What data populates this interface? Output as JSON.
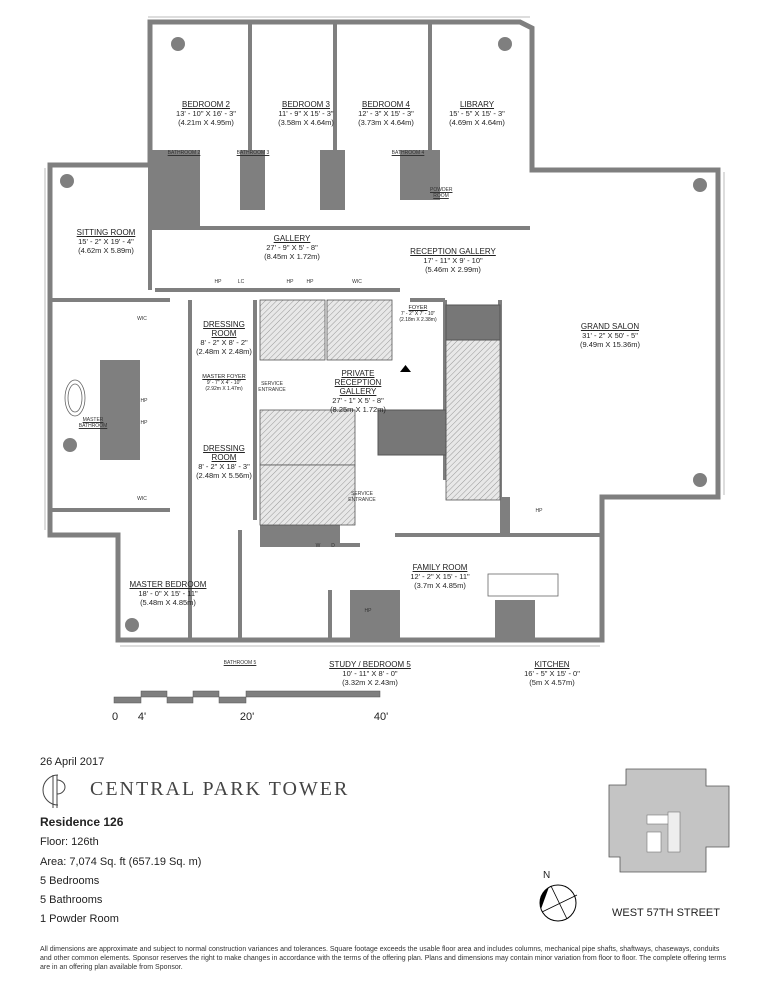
{
  "rooms": {
    "bedroom2": {
      "name": "BEDROOM 2",
      "dim_ft": "13' - 10\" X 16' - 3\"",
      "dim_m": "(4.21m X 4.95m)"
    },
    "bedroom3": {
      "name": "BEDROOM 3",
      "dim_ft": "11' - 9\" X 15' - 3\"",
      "dim_m": "(3.58m X 4.64m)"
    },
    "bedroom4": {
      "name": "BEDROOM 4",
      "dim_ft": "12' - 3\" X 15' - 3\"",
      "dim_m": "(3.73m X 4.64m)"
    },
    "library": {
      "name": "LIBRARY",
      "dim_ft": "15' - 5\" X 15' - 3\"",
      "dim_m": "(4.69m X 4.64m)"
    },
    "sitting_room": {
      "name": "SITTING ROOM",
      "dim_ft": "15' - 2\" X 19' - 4\"",
      "dim_m": "(4.62m X 5.89m)"
    },
    "gallery": {
      "name": "GALLERY",
      "dim_ft": "27' - 9\" X 5' - 8\"",
      "dim_m": "(8.45m X 1.72m)"
    },
    "reception_gallery": {
      "name": "RECEPTION GALLERY",
      "dim_ft": "17' - 11\" X 9' - 10\"",
      "dim_m": "(5.46m X 2.99m)"
    },
    "foyer": {
      "name": "FOYER",
      "dim_ft": "7' - 2\" X 7' - 10\"",
      "dim_m": "(2.18m X 2.38m)"
    },
    "grand_salon": {
      "name": "GRAND SALON",
      "dim_ft": "31' - 2\" X 50' - 5\"",
      "dim_m": "(9.49m X 15.36m)"
    },
    "dressing_room_1": {
      "name": "DRESSING ROOM",
      "dim_ft": "8' - 2\" X 8' - 2\"",
      "dim_m": "(2.48m X 2.48m)"
    },
    "master_foyer": {
      "name": "MASTER FOYER",
      "dim_ft": "9' - 7\" X 4' - 10\"",
      "dim_m": "(2.92m X 1.47m)"
    },
    "private_reception_gallery": {
      "name": "PRIVATE RECEPTION GALLERY",
      "dim_ft": "27' - 1\" X 5' - 8\"",
      "dim_m": "(8.25m X 1.72m)"
    },
    "dressing_room_2": {
      "name": "DRESSING ROOM",
      "dim_ft": "8' - 2\" X 18' - 3\"",
      "dim_m": "(2.48m X 5.56m)"
    },
    "family_room": {
      "name": "FAMILY ROOM",
      "dim_ft": "12' - 2\" X 15' - 11\"",
      "dim_m": "(3.7m X 4.85m)"
    },
    "master_bedroom": {
      "name": "MASTER BEDROOM",
      "dim_ft": "18' - 0\" X 15' - 11\"",
      "dim_m": "(5.48m X 4.85m)"
    },
    "study_bedroom5": {
      "name": "STUDY / BEDROOM 5",
      "dim_ft": "10' - 11\" X 8' - 0\"",
      "dim_m": "(3.32m X 2.43m)"
    },
    "kitchen": {
      "name": "KITCHEN",
      "dim_ft": "16' - 5\" X 15' - 0\"",
      "dim_m": "(5m X 4.57m)"
    }
  },
  "small_labels": {
    "bathroom2": "BATHROOM 2",
    "bathroom3": "BATHROOM 3",
    "bathroom4": "BATHROOM 4",
    "bathroom5": "BATHROOM 5",
    "powder_room": "POWDER ROOM",
    "master_bathroom": "MASTER BATHROOM",
    "service_entrance": "SERVICE ENTRANCE",
    "wic": "WIC",
    "lc": "LC",
    "hp": "HP",
    "washer": "W",
    "dryer": "D"
  },
  "scale_bar": {
    "labels": [
      "0",
      "4'",
      "20'",
      "40'"
    ]
  },
  "info": {
    "date": "26 April 2017",
    "brand": "CENTRAL PARK TOWER",
    "brand_monogram": "CP",
    "residence": "Residence 126",
    "floor": "Floor:  126th",
    "area": "Area:  7,074 Sq. ft (657.19 Sq. m)",
    "bedrooms": "5   Bedrooms",
    "bathrooms": "5   Bathrooms",
    "powder": "1   Powder Room"
  },
  "keyplan": {
    "north": "N",
    "street": "WEST 57TH STREET"
  },
  "disclaimer": "All dimensions are approximate and subject to normal construction variances and tolerances. Square footage exceeds the usable floor area and includes columns, mechanical pipe shafts, shaftways, chaseways, conduits and other common elements. Sponsor reserves the right to make changes in accordance with the terms of the offering plan. Plans and dimensions may contain minor variation from floor to floor. The complete offering terms are in an offering plan available from Sponsor.",
  "colors": {
    "wall": "#7f7f7f",
    "keyplan": "#c4c4c4",
    "text": "#222222"
  }
}
